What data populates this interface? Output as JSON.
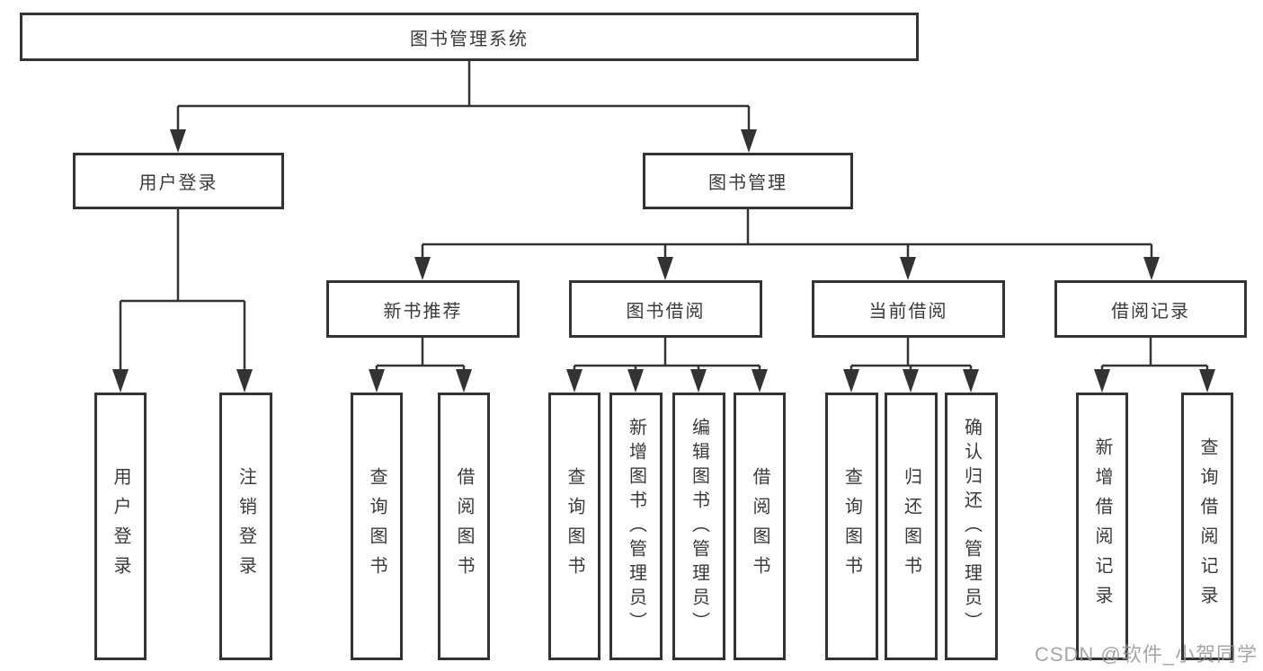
{
  "nodes": {
    "root": "图书管理系统",
    "user_login": "用户登录",
    "book_mgmt": "图书管理",
    "new_book_rec": "新书推荐",
    "book_borrow": "图书借阅",
    "current_borrow": "当前借阅",
    "borrow_records": "借阅记录",
    "ul_login": "用户登录",
    "ul_logout": "注销登录",
    "nb_query": "查询图书",
    "nb_borrow": "借阅图书",
    "bb_query": "查询图书",
    "bb_add": "新增图书（管理员）",
    "bb_edit": "编辑图书（管理员）",
    "bb_borrow": "借阅图书",
    "cb_query": "查询图书",
    "cb_return": "归还图书",
    "cb_confirm": "确认归还（管理员）",
    "br_add": "新增借阅记录",
    "br_query": "查询借阅记录"
  },
  "hierarchy": {
    "图书管理系统": {
      "用户登录": [
        "用户登录",
        "注销登录"
      ],
      "图书管理": {
        "新书推荐": [
          "查询图书",
          "借阅图书"
        ],
        "图书借阅": [
          "查询图书",
          "新增图书（管理员）",
          "编辑图书（管理员）",
          "借阅图书"
        ],
        "当前借阅": [
          "查询图书",
          "归还图书",
          "确认归还（管理员）"
        ],
        "借阅记录": [
          "新增借阅记录",
          "查询借阅记录"
        ]
      }
    }
  },
  "watermark": "CSDN @软件_小贺同学",
  "colors": {
    "line": "#333333",
    "text": "#3a3a3a",
    "background": "#ffffff",
    "watermark": "#969696"
  }
}
